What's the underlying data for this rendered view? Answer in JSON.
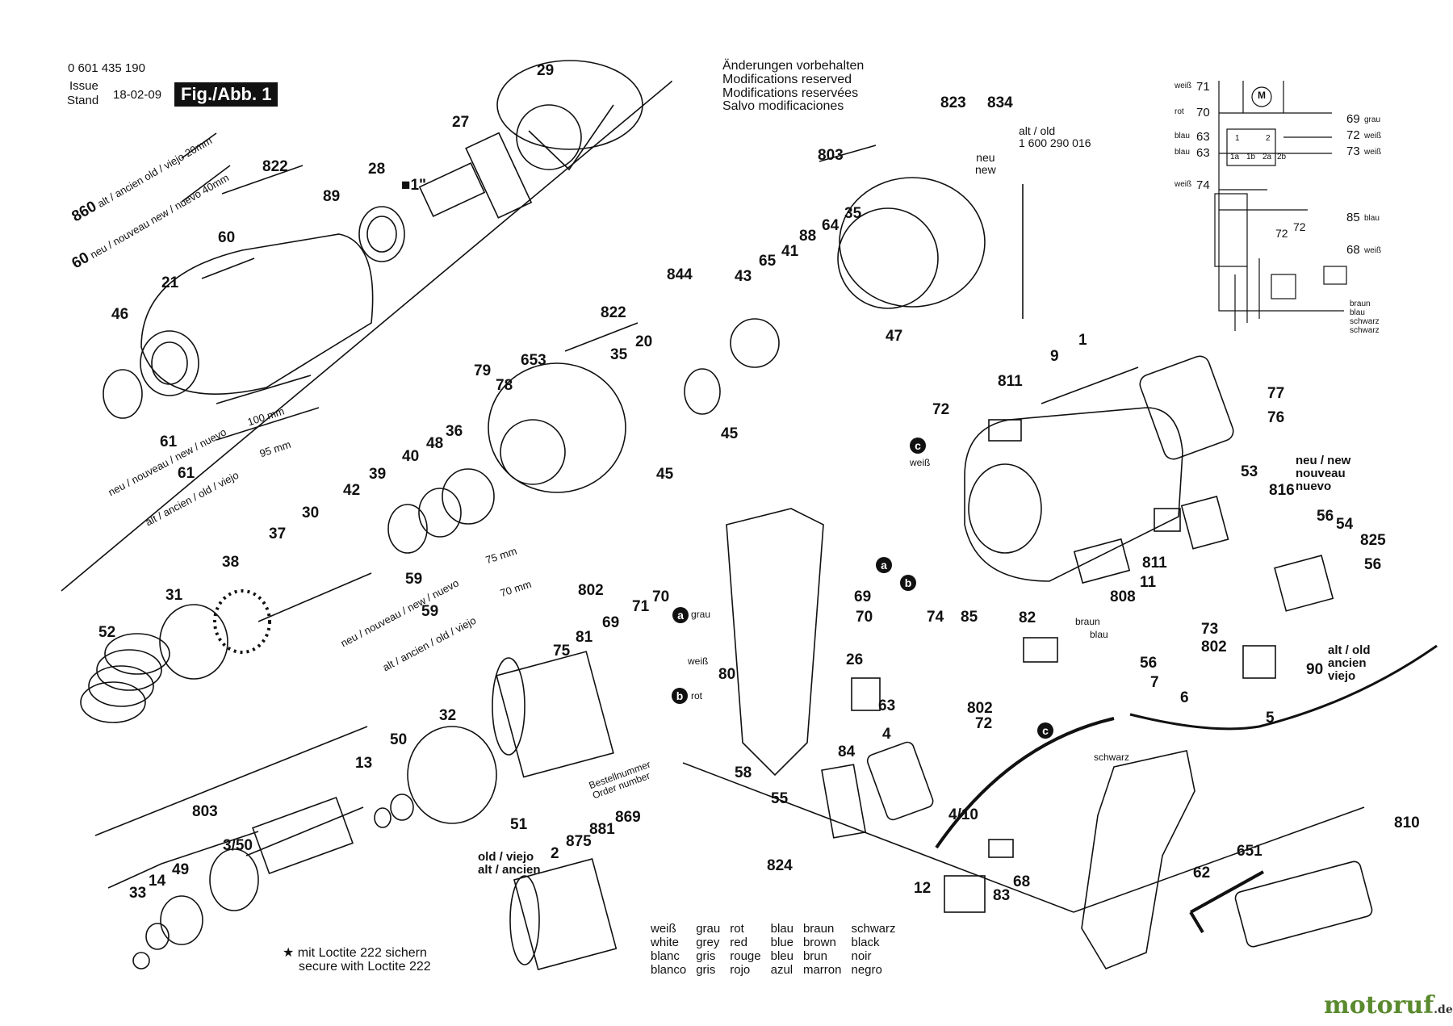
{
  "header": {
    "part_no": "0 601 435 190",
    "issue": "Issue",
    "stand": "Stand",
    "date": "18-02-09",
    "fig": "Fig./Abb. 1"
  },
  "modification_note": [
    "Änderungen vorbehalten",
    "Modifications reserved",
    "Modifications reservées",
    "Salvo modificaciones"
  ],
  "loctite_note": [
    "★ mit Loctite 222 sichern",
    "secure with Loctite 222"
  ],
  "order_label": [
    "Bestellnummer",
    "Order number"
  ],
  "variant_labels": {
    "alt_old_top": [
      "alt / old",
      "1 600 290 016"
    ],
    "neu_new_top": [
      "neu",
      "new"
    ],
    "neu_new_816": [
      "neu / new",
      "nouveau",
      "nuevo"
    ],
    "alt_old_90": [
      "alt / old",
      "ancien",
      "viejo"
    ],
    "old_viejo_2": [
      "old / viejo",
      "alt / ancien"
    ],
    "screw_860": [
      "860",
      "alt / ancien",
      "old / viejo",
      "20mm"
    ],
    "screw_60": [
      "60",
      "neu / nouveau",
      "new / nuevo",
      "40mm"
    ],
    "len_100": "100 mm",
    "len_95": "95 mm",
    "len_75": "75 mm",
    "len_70": "70 mm",
    "neu_group_61": "neu / nouveau / new / nuevo",
    "alt_group_61": "alt / ancien / old / viejo",
    "neu_group_59": "neu / nouveau / new / nuevo",
    "alt_group_59": "alt / ancien / old / viejo",
    "drive_size": "■1\""
  },
  "parts": [
    {
      "id": "p29",
      "text": "29"
    },
    {
      "id": "p27",
      "text": "27"
    },
    {
      "id": "p28",
      "text": "28"
    },
    {
      "id": "p822a",
      "text": "822"
    },
    {
      "id": "p89",
      "text": "89"
    },
    {
      "id": "p60",
      "text": "60"
    },
    {
      "id": "p21",
      "text": "21"
    },
    {
      "id": "p46",
      "text": "46"
    },
    {
      "id": "p61a",
      "text": "61"
    },
    {
      "id": "p61b",
      "text": "61"
    },
    {
      "id": "p803a",
      "text": "803"
    },
    {
      "id": "p823",
      "text": "823"
    },
    {
      "id": "p834",
      "text": "834"
    },
    {
      "id": "p88",
      "text": "88"
    },
    {
      "id": "p64",
      "text": "64"
    },
    {
      "id": "p35a",
      "text": "35"
    },
    {
      "id": "p47",
      "text": "47"
    },
    {
      "id": "p844",
      "text": "844"
    },
    {
      "id": "p65",
      "text": "65"
    },
    {
      "id": "p41",
      "text": "41"
    },
    {
      "id": "p43",
      "text": "43"
    },
    {
      "id": "p822b",
      "text": "822"
    },
    {
      "id": "p35b",
      "text": "35"
    },
    {
      "id": "p20",
      "text": "20"
    },
    {
      "id": "p45a",
      "text": "45"
    },
    {
      "id": "p45b",
      "text": "45"
    },
    {
      "id": "p79",
      "text": "79"
    },
    {
      "id": "p653",
      "text": "653"
    },
    {
      "id": "p78",
      "text": "78"
    },
    {
      "id": "p48",
      "text": "48"
    },
    {
      "id": "p36",
      "text": "36"
    },
    {
      "id": "p40",
      "text": "40"
    },
    {
      "id": "p42",
      "text": "42"
    },
    {
      "id": "p39",
      "text": "39"
    },
    {
      "id": "p30",
      "text": "30"
    },
    {
      "id": "p37",
      "text": "37"
    },
    {
      "id": "p38",
      "text": "38"
    },
    {
      "id": "p31",
      "text": "31"
    },
    {
      "id": "p52",
      "text": "52"
    },
    {
      "id": "p59a",
      "text": "59"
    },
    {
      "id": "p59b",
      "text": "59"
    },
    {
      "id": "p802a",
      "text": "802"
    },
    {
      "id": "p70a",
      "text": "70"
    },
    {
      "id": "p71a",
      "text": "71"
    },
    {
      "id": "p69a",
      "text": "69"
    },
    {
      "id": "p81",
      "text": "81"
    },
    {
      "id": "p75",
      "text": "75"
    },
    {
      "id": "p32",
      "text": "32"
    },
    {
      "id": "p50",
      "text": "50"
    },
    {
      "id": "p13",
      "text": "13"
    },
    {
      "id": "p803b",
      "text": "803"
    },
    {
      "id": "p350",
      "text": "3/50"
    },
    {
      "id": "p49",
      "text": "49"
    },
    {
      "id": "p14",
      "text": "14"
    },
    {
      "id": "p33",
      "text": "33"
    },
    {
      "id": "p51",
      "text": "51"
    },
    {
      "id": "p2",
      "text": "2"
    },
    {
      "id": "p875",
      "text": "875"
    },
    {
      "id": "p881",
      "text": "881"
    },
    {
      "id": "p869",
      "text": "869"
    },
    {
      "id": "p9",
      "text": "9"
    },
    {
      "id": "p1",
      "text": "1"
    },
    {
      "id": "p811a",
      "text": "811"
    },
    {
      "id": "p72a",
      "text": "72"
    },
    {
      "id": "p77",
      "text": "77"
    },
    {
      "id": "p76",
      "text": "76"
    },
    {
      "id": "p53",
      "text": "53"
    },
    {
      "id": "p816",
      "text": "816"
    },
    {
      "id": "p56a",
      "text": "56"
    },
    {
      "id": "p54",
      "text": "54"
    },
    {
      "id": "p825",
      "text": "825"
    },
    {
      "id": "p56b",
      "text": "56"
    },
    {
      "id": "p808",
      "text": "808"
    },
    {
      "id": "p11",
      "text": "11"
    },
    {
      "id": "p811b",
      "text": "811"
    },
    {
      "id": "p73",
      "text": "73"
    },
    {
      "id": "p802b",
      "text": "802"
    },
    {
      "id": "p90",
      "text": "90"
    },
    {
      "id": "p82",
      "text": "82"
    },
    {
      "id": "p69b",
      "text": "69"
    },
    {
      "id": "p70b",
      "text": "70"
    },
    {
      "id": "p74",
      "text": "74"
    },
    {
      "id": "p85",
      "text": "85"
    },
    {
      "id": "p26",
      "text": "26"
    },
    {
      "id": "p63",
      "text": "63"
    },
    {
      "id": "p80",
      "text": "80"
    },
    {
      "id": "p58",
      "text": "58"
    },
    {
      "id": "p55",
      "text": "55"
    },
    {
      "id": "p84",
      "text": "84"
    },
    {
      "id": "p4",
      "text": "4"
    },
    {
      "id": "p410",
      "text": "4/10"
    },
    {
      "id": "p802c",
      "text": "802"
    },
    {
      "id": "p72b",
      "text": "72"
    },
    {
      "id": "p56c",
      "text": "56"
    },
    {
      "id": "p7",
      "text": "7"
    },
    {
      "id": "p6",
      "text": "6"
    },
    {
      "id": "p5",
      "text": "5"
    },
    {
      "id": "p824",
      "text": "824"
    },
    {
      "id": "p12",
      "text": "12"
    },
    {
      "id": "p83",
      "text": "83"
    },
    {
      "id": "p68a",
      "text": "68"
    },
    {
      "id": "p62",
      "text": "62"
    },
    {
      "id": "p651",
      "text": "651"
    },
    {
      "id": "p810",
      "text": "810"
    }
  ],
  "wire_labels": {
    "grau": "grau",
    "weiss": "weiß",
    "rot": "rot",
    "blau": "blau",
    "braun": "braun",
    "schwarz": "schwarz",
    "weiss_c": "weiß"
  },
  "schematic": {
    "rows": [
      {
        "color": "weiß",
        "num": "71"
      },
      {
        "color": "rot",
        "num": "70"
      },
      {
        "color": "blau",
        "num": "63"
      },
      {
        "color": "blau",
        "num": "63"
      },
      {
        "color": "weiß",
        "num": "74"
      }
    ],
    "right": [
      {
        "num": "69",
        "color": "grau"
      },
      {
        "num": "72",
        "color": "weiß"
      },
      {
        "num": "73",
        "color": "weiß"
      },
      {
        "num": "85",
        "color": "blau"
      },
      {
        "num": "68",
        "color": "weiß"
      }
    ],
    "switch_labels": [
      "1",
      "2",
      "1a",
      "1b",
      "2a",
      "2b"
    ],
    "motor": "M",
    "mid": [
      "72",
      "72"
    ],
    "bottom": [
      "braun",
      "blau",
      "schwarz",
      "schwarz"
    ]
  },
  "legend": [
    [
      "weiß",
      "white",
      "blanc",
      "blanco"
    ],
    [
      "grau",
      "grey",
      "gris",
      "gris"
    ],
    [
      "rot",
      "red",
      "rouge",
      "rojo"
    ],
    [
      "blau",
      "blue",
      "bleu",
      "azul"
    ],
    [
      "braun",
      "brown",
      "brun",
      "marron"
    ],
    [
      "schwarz",
      "black",
      "noir",
      "negro"
    ]
  ],
  "brand": {
    "name": "motoruf",
    "tld": ".de"
  }
}
